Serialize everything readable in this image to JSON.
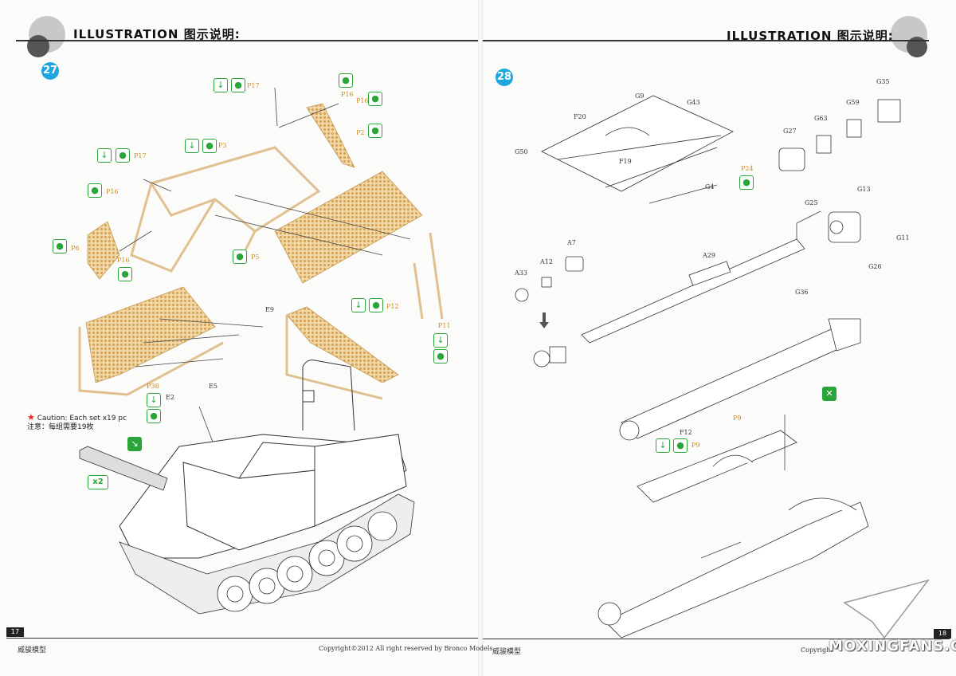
{
  "left_page": {
    "header_title": "ILLUSTRATION 图示说明:",
    "step_number": "27",
    "page_number": "17",
    "footer_brand": "威骏模型",
    "copyright": "Copyright©2012  All right reserved by Bronco Models",
    "caution_en": "Caution: Each set x19 pc",
    "caution_cn": "注意：每组需要19枚",
    "multiplier": "x2",
    "labels": [
      "P17",
      "P16",
      "P16",
      "P2",
      "P17",
      "P3",
      "P16",
      "P6",
      "P16",
      "P5",
      "E9",
      "P12",
      "P11",
      "P38",
      "E2",
      "E5"
    ]
  },
  "right_page": {
    "header_title": "ILLUSTRATION 图示说明:",
    "step_number": "28",
    "page_number": "18",
    "footer_brand": "威骏模型",
    "copyright": "Copyright",
    "labels": [
      "G9",
      "G43",
      "F20",
      "G50",
      "F19",
      "G4",
      "P24",
      "G35",
      "G59",
      "G63",
      "G27",
      "G13",
      "G25",
      "G11",
      "G26",
      "A7",
      "A12",
      "A33",
      "A29",
      "G36",
      "F12",
      "P9",
      "P9"
    ]
  },
  "watermark": "MOXINGFANS.COM",
  "colors": {
    "step_badge": "#1fa6df",
    "pe_label": "#d18a1e",
    "icon_green": "#2aa53a",
    "caution_star": "#e22222"
  }
}
